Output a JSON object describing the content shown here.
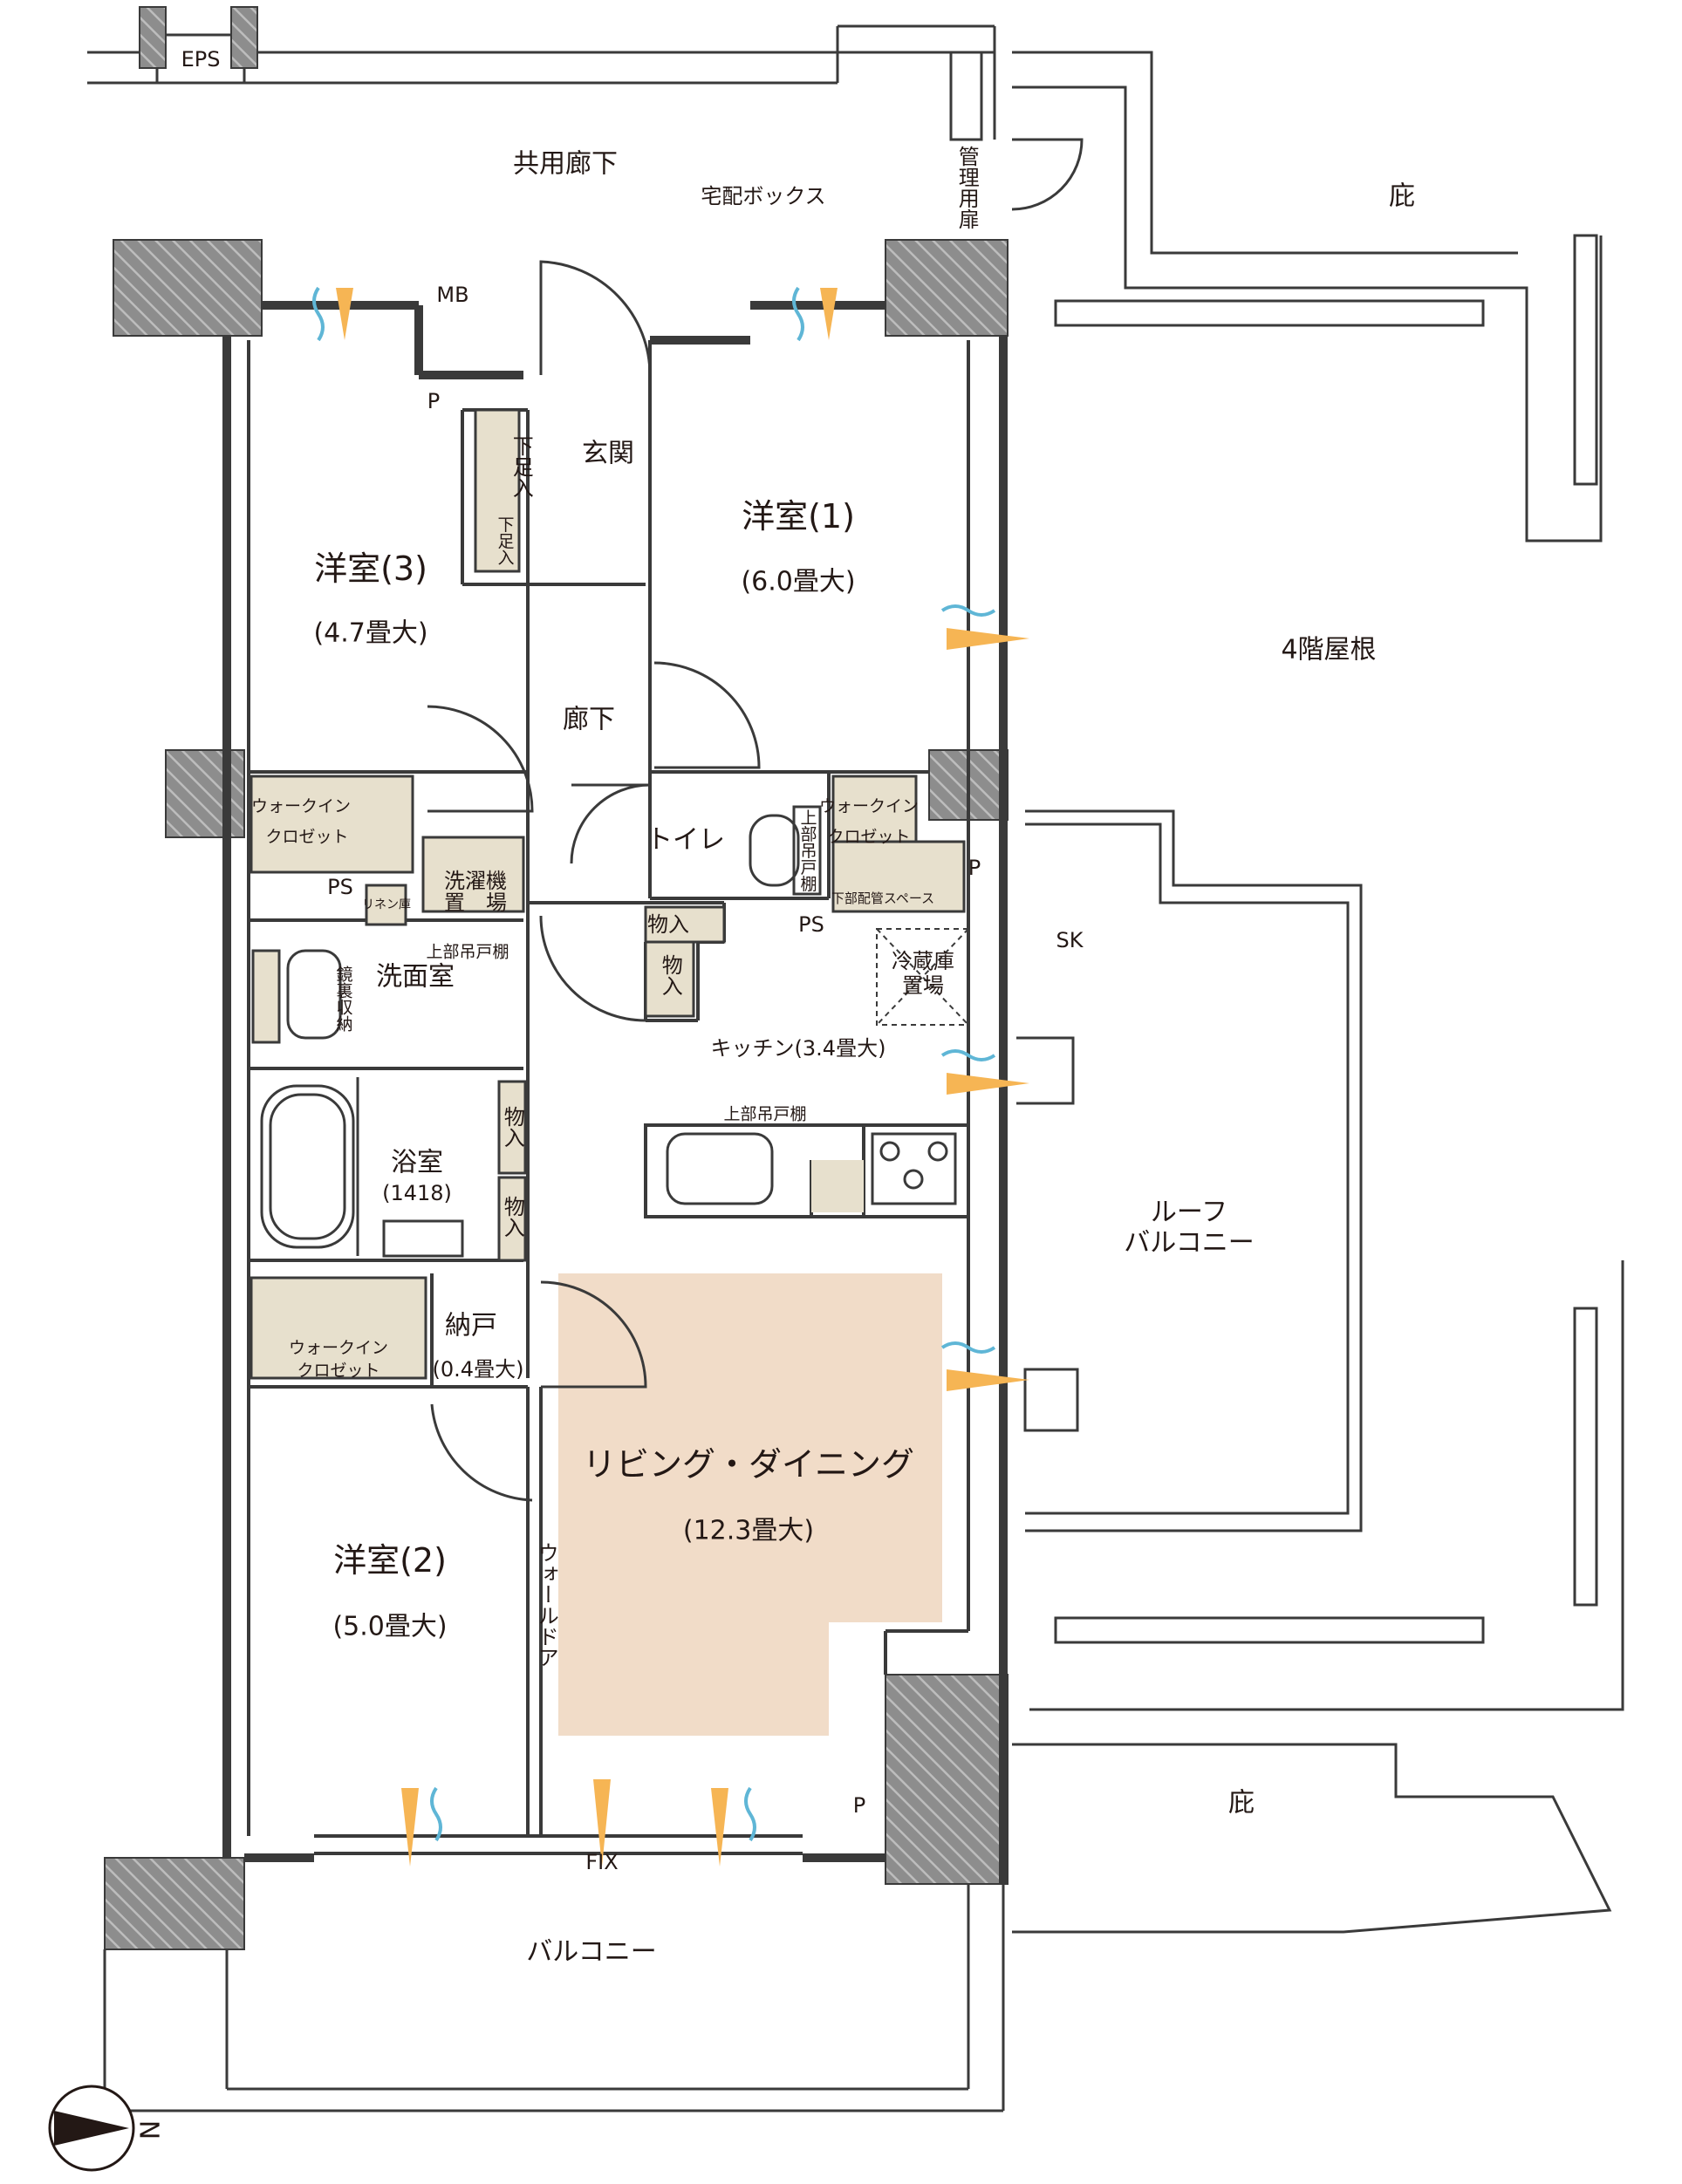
{
  "corridor": {
    "label": "共用廊下",
    "eps": "EPS",
    "delivery_box": "宅配ボックス",
    "mgmt_door": "管理用扉",
    "mb": "MB"
  },
  "rooms": {
    "western1": {
      "name": "洋室(1)",
      "size": "(6.0畳大)"
    },
    "western2": {
      "name": "洋室(2)",
      "size": "(5.0畳大)"
    },
    "western3": {
      "name": "洋室(3)",
      "size": "(4.7畳大)"
    },
    "ldk": {
      "name": "リビング・ダイニング",
      "size": "(12.3畳大)"
    },
    "kitchen": {
      "name": "キッチン(3.4畳大)"
    },
    "entrance": {
      "name": "玄関"
    },
    "hallway": {
      "name": "廊下"
    },
    "toilet": {
      "name": "トイレ"
    },
    "washroom": {
      "name": "洗面室"
    },
    "bath": {
      "name": "浴室",
      "size": "(1418)"
    },
    "storage_room": {
      "name": "納戸",
      "size": "(0.4畳大)"
    }
  },
  "fixtures": {
    "wic1": "ウォークイン",
    "wic1b": "クロゼット",
    "wic2": "ウォークイン",
    "wic2b": "クロゼット",
    "wic3": "ウォークイン",
    "wic3b": "クロゼット",
    "washer": "洗濯機",
    "washer_b": "置　場",
    "linen": "リネン庫",
    "upper_cab_wash": "上部吊戸棚",
    "mirror_storage": "鏡裏収納",
    "shoe1": "下足入",
    "shoe2": "下足入",
    "upper_cab_toilet": "上部吊戸棚",
    "pipe_space": "下部配管スペース",
    "fridge": "冷蔵庫",
    "fridge_b": "置場",
    "upper_cab_kitchen": "上部吊戸棚",
    "storage": "物入",
    "wall_door": "ウォールドア",
    "ps": "PS",
    "p": "P",
    "sk": "SK",
    "fix": "FIX"
  },
  "outside": {
    "roof_balcony": "ルーフ",
    "roof_balcony_b": "バルコニー",
    "roof_4f": "4階屋根",
    "eaves": "庇",
    "balcony": "バルコニー"
  },
  "compass": {
    "label": "N"
  },
  "colors": {
    "ldk_fill": "#f1dcc8",
    "storage_fill": "#e7e0cd",
    "wall": "#3a3a3a",
    "vent_orange": "#f6b554",
    "vent_blue": "#5fb6d6"
  }
}
